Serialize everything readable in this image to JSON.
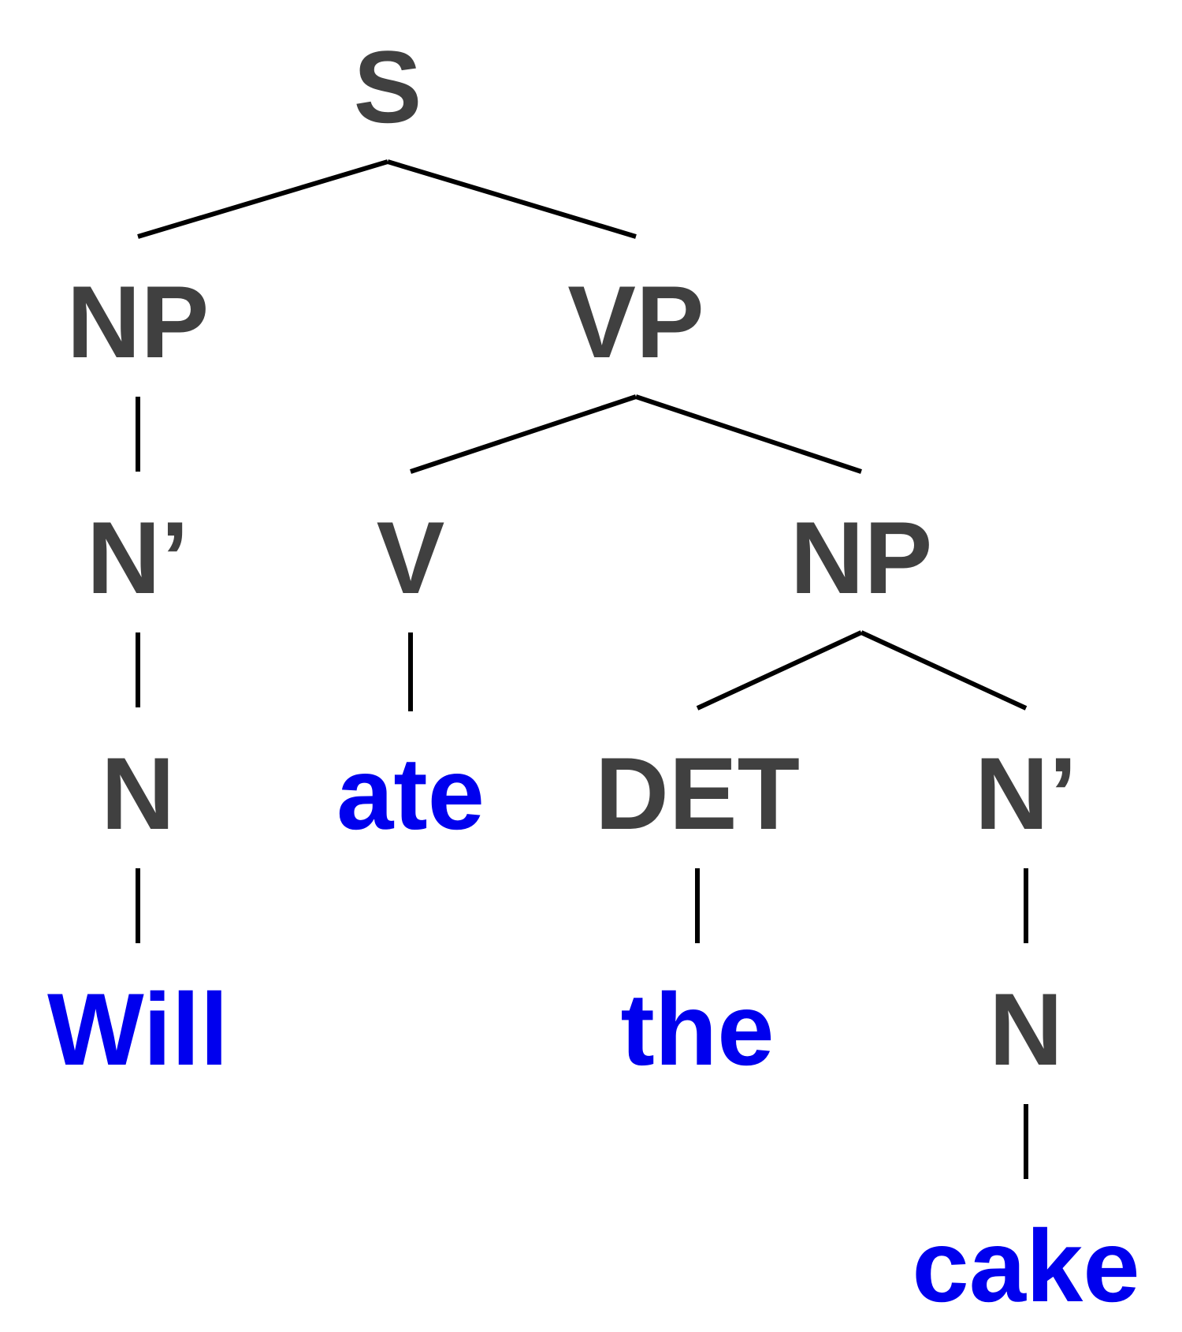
{
  "tree": {
    "colors": {
      "category": "#404040",
      "word": "#0000ee",
      "edge": "#000000"
    },
    "nodes": {
      "s": "S",
      "np1": "NP",
      "vp": "VP",
      "nbar1": "N’",
      "v": "V",
      "np2": "NP",
      "n1": "N",
      "ate": "ate",
      "det": "DET",
      "nbar2": "N’",
      "will": "Will",
      "the": "the",
      "n2": "N",
      "cake": "cake"
    },
    "edges": [
      [
        "s",
        "np1"
      ],
      [
        "s",
        "vp"
      ],
      [
        "np1",
        "nbar1"
      ],
      [
        "nbar1",
        "n1"
      ],
      [
        "n1",
        "will"
      ],
      [
        "vp",
        "v"
      ],
      [
        "vp",
        "np2"
      ],
      [
        "v",
        "ate"
      ],
      [
        "np2",
        "det"
      ],
      [
        "np2",
        "nbar2"
      ],
      [
        "det",
        "the"
      ],
      [
        "nbar2",
        "n2"
      ],
      [
        "n2",
        "cake"
      ]
    ]
  }
}
